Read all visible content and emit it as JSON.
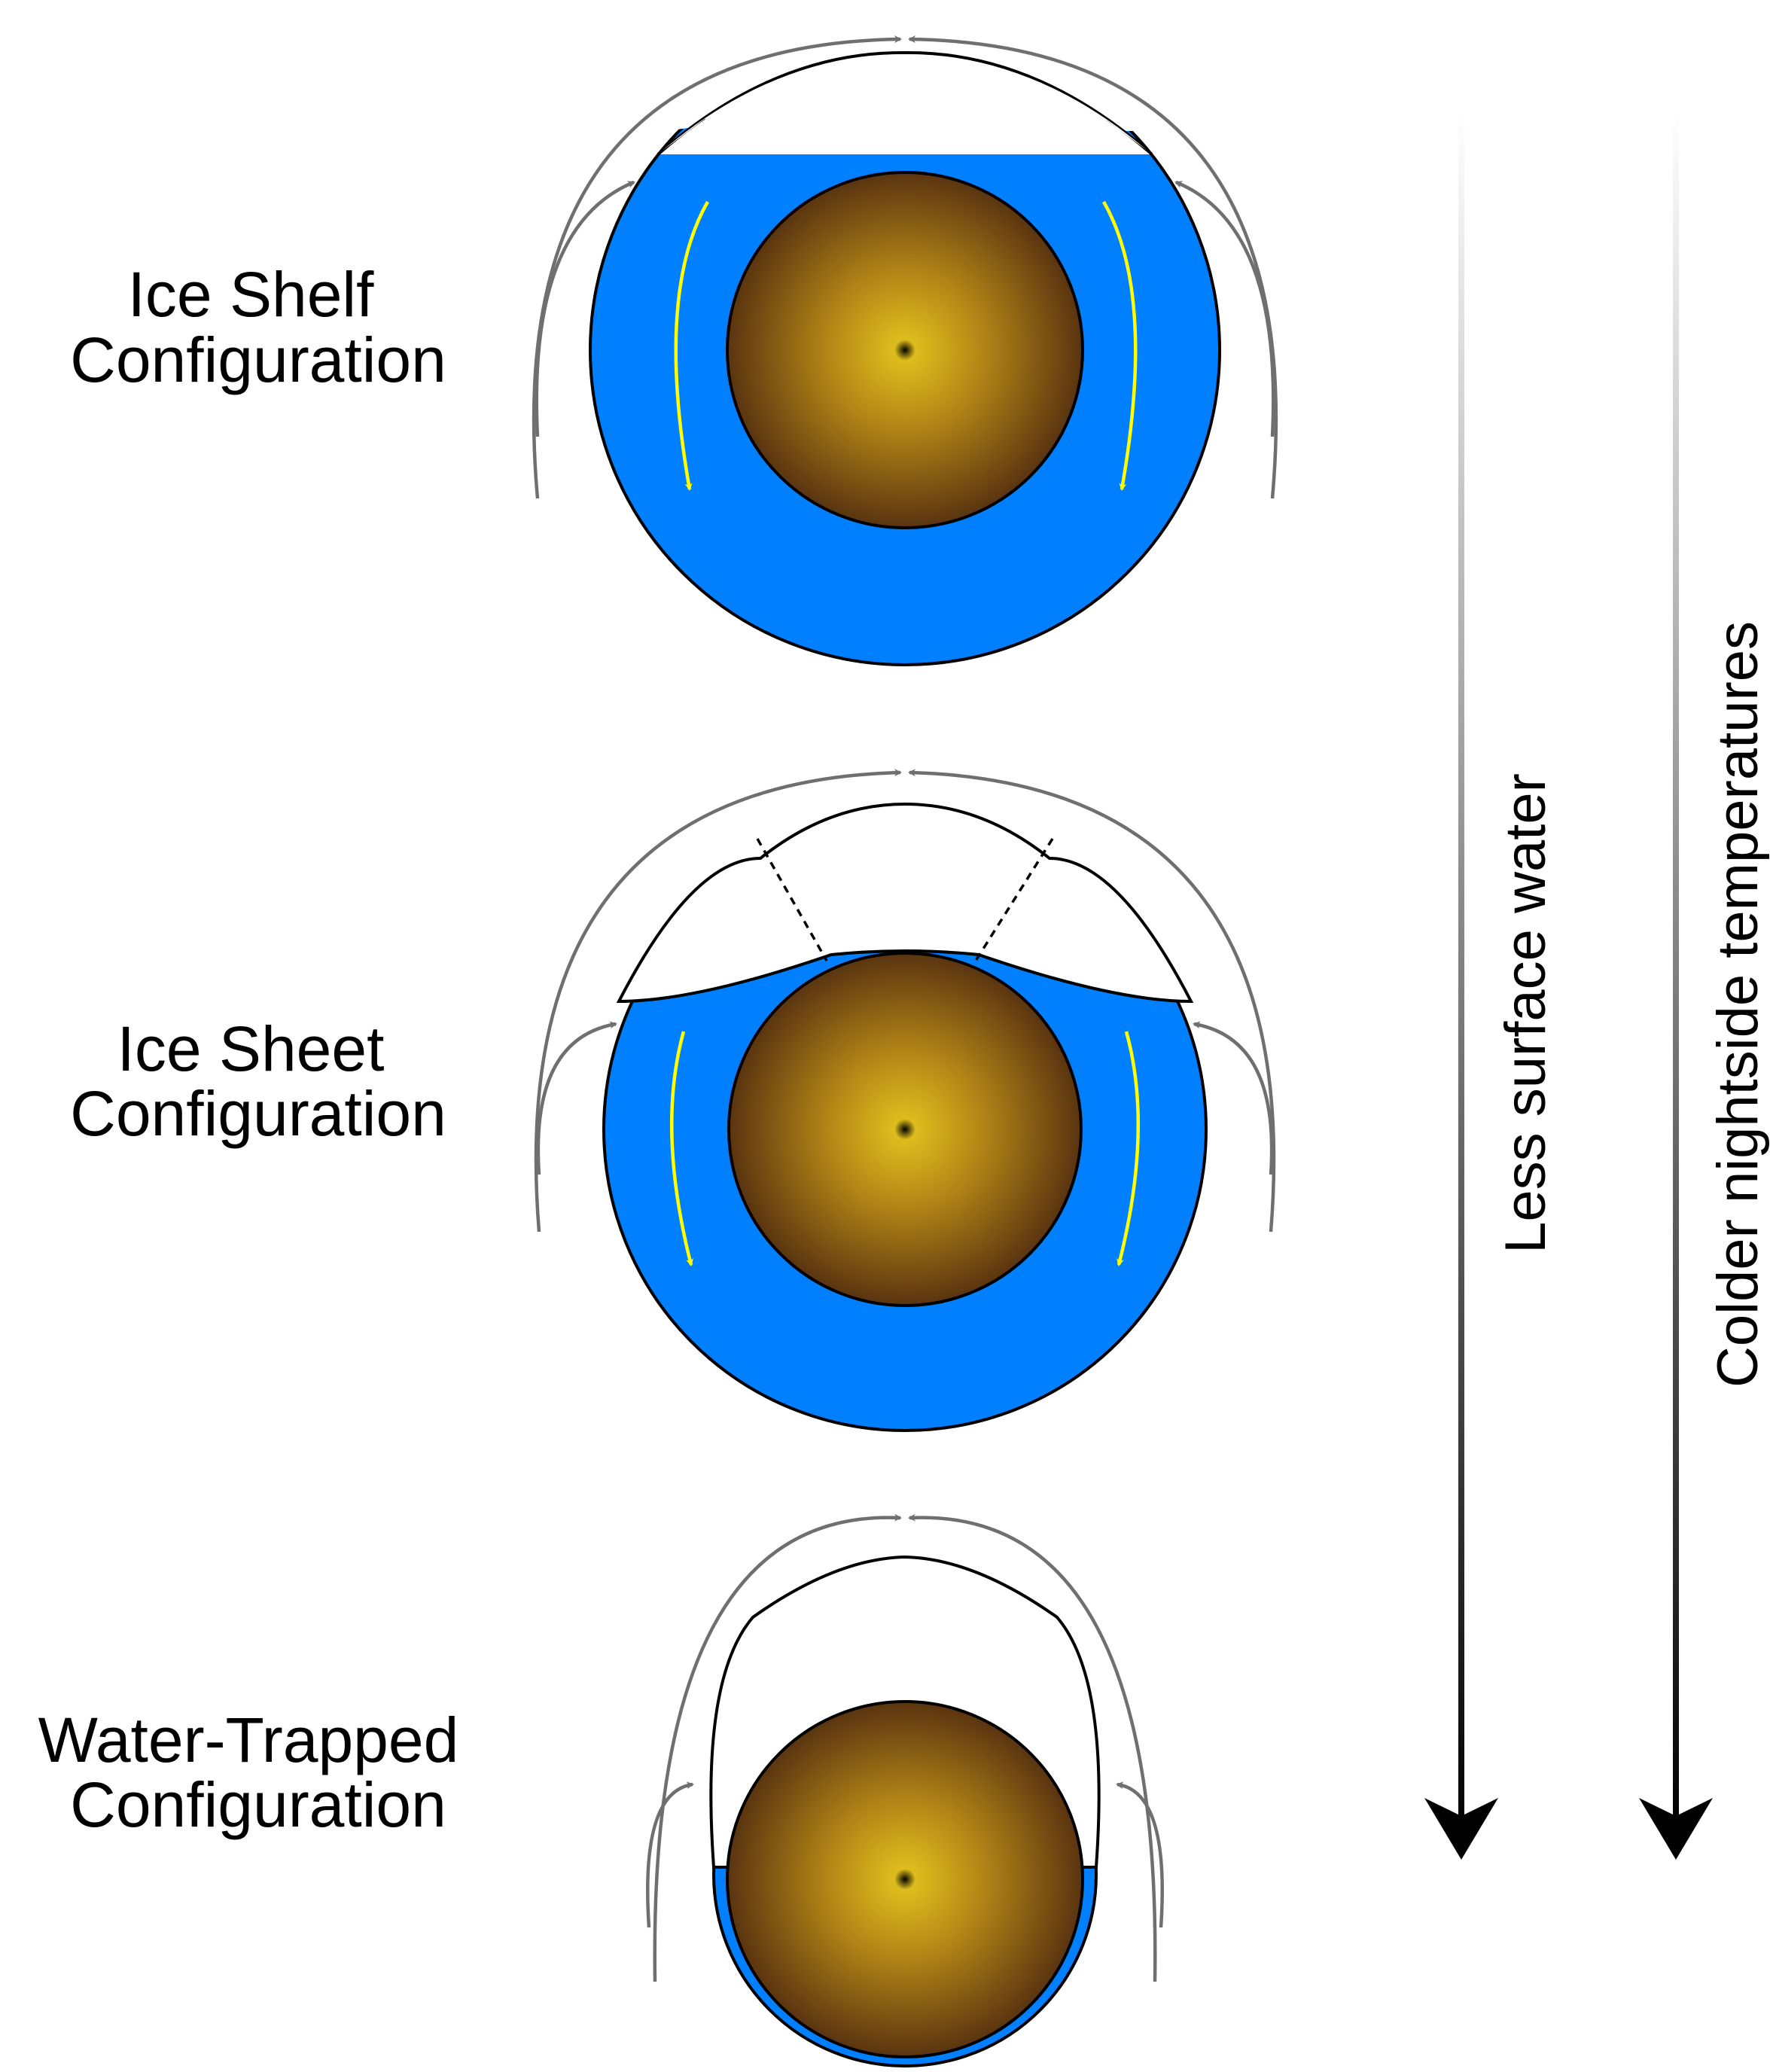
{
  "configurations": [
    {
      "label_line1": "Ice Shelf",
      "label_line2": "Configuration"
    },
    {
      "label_line1": "Ice Sheet",
      "label_line2": "Configuration"
    },
    {
      "label_line1": "Water-Trapped",
      "label_line2": "Configuration"
    }
  ],
  "trend_arrows": [
    {
      "label": "Less surface water"
    },
    {
      "label": "Colder nightside temperatures"
    }
  ],
  "colors": {
    "ocean": "#0080ff",
    "ice": "#ffffff",
    "planet_center": "#e2c21e",
    "planet_edge": "#5a3410",
    "atmospheric_flow": "#6f6f6f",
    "ocean_current": "#ffff00",
    "outline": "#000000"
  }
}
